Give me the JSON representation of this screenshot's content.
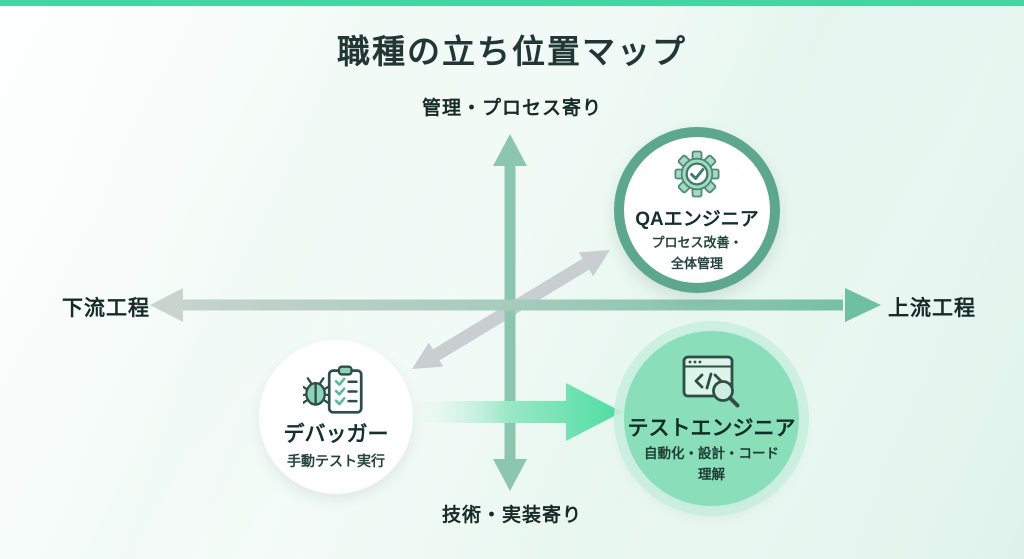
{
  "title": "職種の立ち位置マップ",
  "axes": {
    "top_label": "管理・プロセス寄り",
    "bottom_label": "技術・実装寄り",
    "left_label": "下流工程",
    "right_label": "上流工程"
  },
  "nodes": {
    "qa": {
      "label": "QAエンジニア",
      "sub1": "プロセス改善・",
      "sub2": "全体管理",
      "icon": "gear-check-icon"
    },
    "debugger": {
      "label": "デバッガー",
      "sub1": "手動テスト実行",
      "sub2": "",
      "icon": "bug-checklist-icon"
    },
    "test": {
      "label": "テストエンジニア",
      "sub1": "自動化・設計・コード",
      "sub2": "理解",
      "icon": "code-window-search-icon"
    }
  },
  "arrows": {
    "horizontal_axis": "left-right process axis",
    "vertical_axis": "management-technology axis",
    "diagonal_double_arrow": "debugger to qa-engineer direction",
    "green_growth_arrow": "debugger to test-engineer direction"
  },
  "colors": {
    "top_bar": "#43d6a2",
    "background_tint": "#dff3ec",
    "vertical_axis": "#8cc6b1",
    "horizontal_axis_left": "#c9d4cf",
    "horizontal_axis_right": "#6fc0a3",
    "diagonal_arrow": "#c9cfd1",
    "green_arrow": "#4cdda2",
    "qa_ring": "#5da78e",
    "test_fill": "#8adeba",
    "icon_outline": "#2e4f47",
    "icon_fill": "#9fd6c0",
    "title_text": "#223734"
  }
}
